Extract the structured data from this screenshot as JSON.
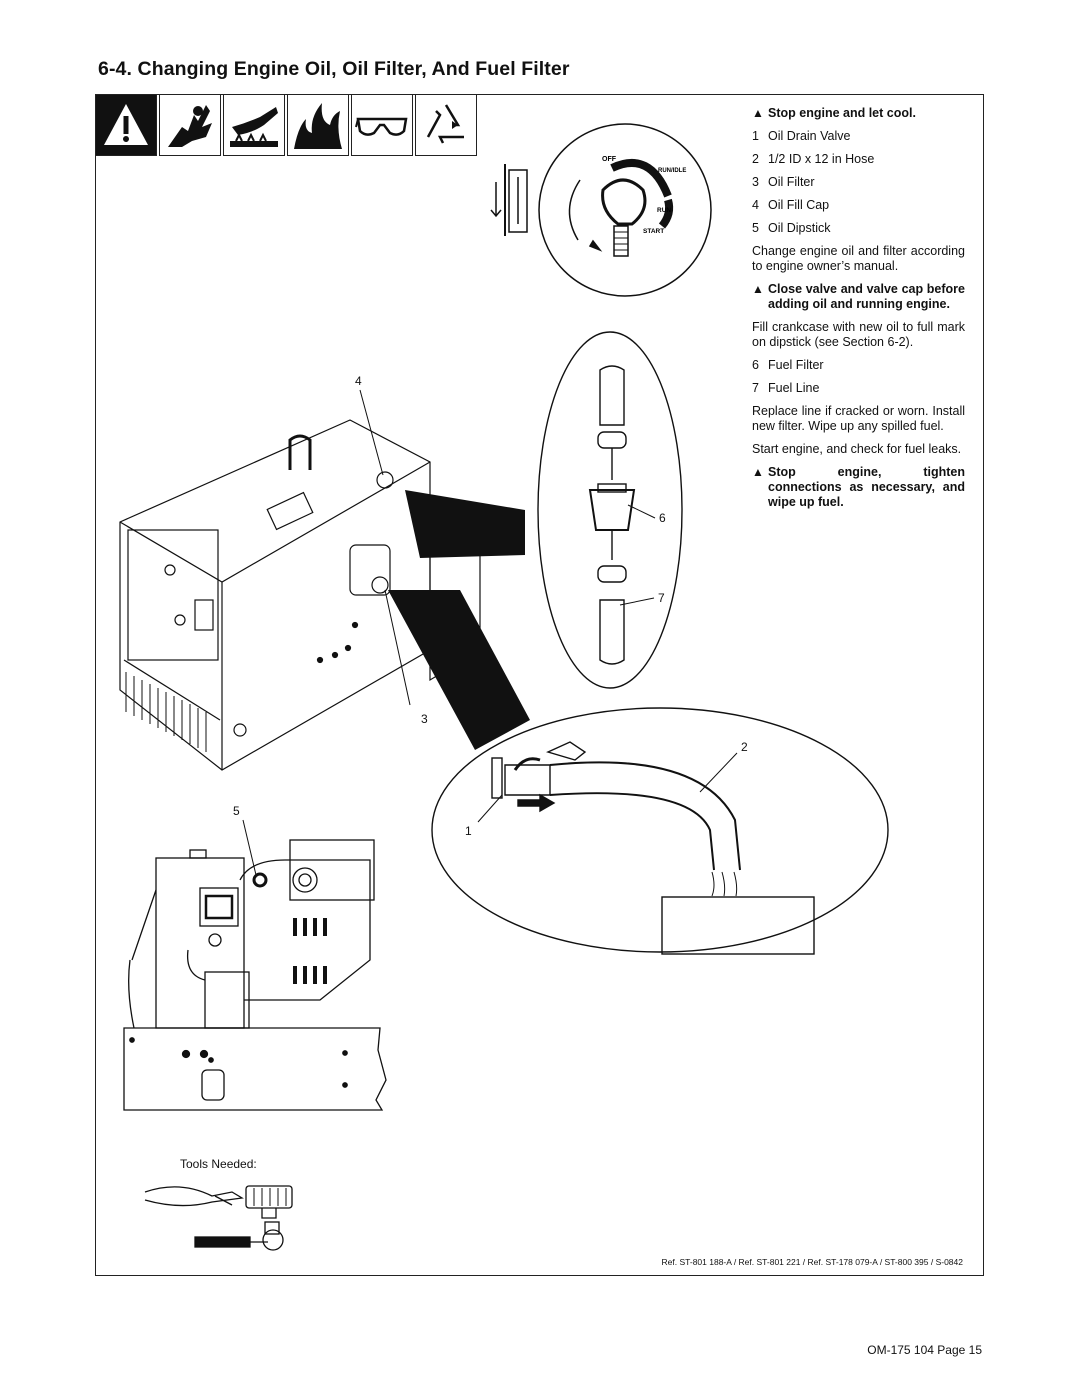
{
  "section_title": "6-4.   Changing Engine Oil, Oil Filter, And Fuel Filter",
  "hazard_icons": [
    "warning-triangle-icon",
    "hot-parts-burn-hand-icon",
    "hot-surface-hand-icon",
    "fire-flame-icon",
    "safety-glasses-icon",
    "recycle-icon"
  ],
  "callouts": {
    "c1": "1",
    "c2": "2",
    "c3": "3",
    "c4": "4",
    "c5": "5",
    "c6": "6",
    "c7": "7"
  },
  "switch_labels": {
    "off": "OFF",
    "run_idle": "RUN/IDLE",
    "run": "RUN",
    "start": "START"
  },
  "instructions": {
    "warning_1": "Stop engine and let cool.",
    "items_a": [
      {
        "num": "1",
        "text": "Oil Drain Valve"
      },
      {
        "num": "2",
        "text": "1/2 ID x 12 in Hose"
      },
      {
        "num": "3",
        "text": "Oil Filter"
      },
      {
        "num": "4",
        "text": "Oil Fill Cap"
      },
      {
        "num": "5",
        "text": "Oil Dipstick"
      }
    ],
    "para_1": "Change engine oil and filter according to engine owner’s manual.",
    "warning_2": "Close valve and valve cap before adding oil and running engine.",
    "para_2": "Fill crankcase with new oil to full mark on dipstick (see Section 6-2).",
    "items_b": [
      {
        "num": "6",
        "text": "Fuel Filter"
      },
      {
        "num": "7",
        "text": "Fuel Line"
      }
    ],
    "para_3": "Replace line if cracked or worn. Install new filter. Wipe up any spilled fuel.",
    "para_4": "Start engine, and check for fuel leaks.",
    "warning_3": "Stop engine, tighten connections as necessary, and wipe up fuel."
  },
  "tools_label": "Tools Needed:",
  "reference": "Ref. ST-801 188-A / Ref. ST-801 221 / Ref. ST-178 079-A / ST-800 395 / S-0842",
  "page_footer": "OM-175 104 Page 15"
}
